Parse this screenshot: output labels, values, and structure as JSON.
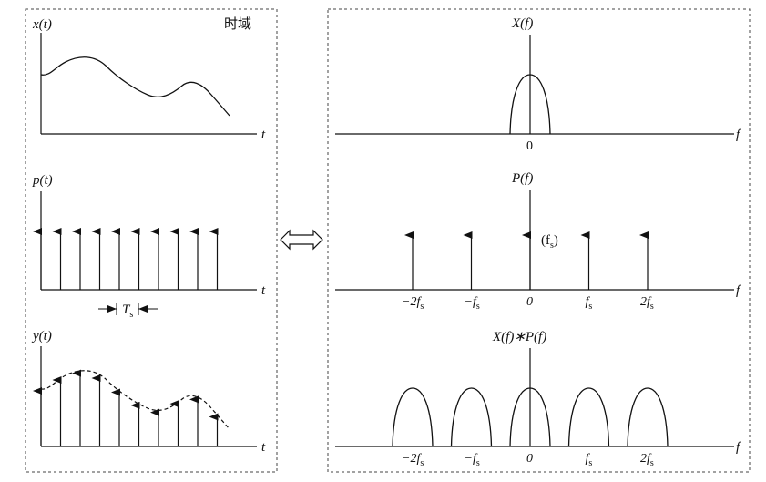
{
  "left_panel": {
    "domain_label": "时域",
    "x_signal_label": "x(t)",
    "p_signal_label": "p(t)",
    "y_signal_label": "y(t)",
    "time_axis_label": "t",
    "period_label": "T",
    "period_subscript": "s"
  },
  "right_panel": {
    "spectrum_x_label": "X(f)",
    "spectrum_p_label": "P(f)",
    "spectrum_y_label": "X(f)∗P(f)",
    "freq_axis_label": "f",
    "impulse_weight_label": "(f",
    "impulse_weight_subscript": "s",
    "impulse_weight_close": ")",
    "tick_zero": "0",
    "ticks": [
      {
        "main": "−2f",
        "sub": "s",
        "pos": -2
      },
      {
        "main": "−f",
        "sub": "s",
        "pos": -1
      },
      {
        "main": "0",
        "sub": "",
        "pos": 0
      },
      {
        "main": "f",
        "sub": "s",
        "pos": 1
      },
      {
        "main": "2f",
        "sub": "s",
        "pos": 2
      }
    ]
  },
  "transform_symbol": "⇔",
  "colors": {
    "line": "#111111",
    "border": "#444444",
    "background": "#ffffff"
  }
}
